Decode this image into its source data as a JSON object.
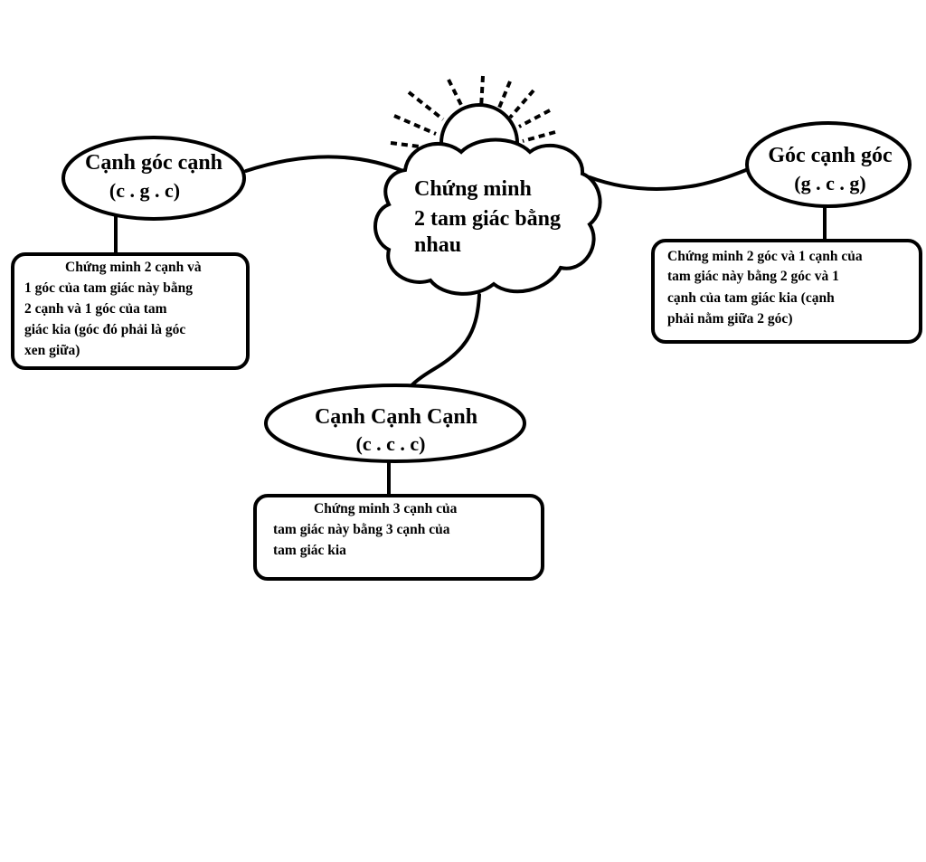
{
  "center": {
    "lines": [
      "Chứng minh",
      "2 tam giác bằng",
      "nhau"
    ]
  },
  "nodes": {
    "cgc": {
      "title": "Cạnh góc cạnh",
      "subtitle": "(c . g . c)",
      "description": [
        "Chứng minh 2 cạnh và",
        "1 góc của tam giác này bằng",
        "2 cạnh và 1 góc của tam",
        "giác kia (góc đó phải là góc",
        "xen giữa)"
      ]
    },
    "gcg": {
      "title": "Góc cạnh góc",
      "subtitle": "(g . c . g)",
      "description": [
        "Chứng minh 2 góc và 1 cạnh của",
        "tam giác này bằng 2 góc và 1",
        "cạnh của tam giác kia (cạnh",
        "phải nằm giữa 2 góc)"
      ]
    },
    "ccc": {
      "title": "Cạnh Cạnh Cạnh",
      "subtitle": "(c . c . c)",
      "description": [
        "Chứng minh 3 cạnh của",
        "tam giác này bằng 3 cạnh của",
        "tam giác kia"
      ]
    }
  },
  "decoration": {
    "sun_icon": "sun-icon",
    "cloud_icon": "cloud-icon"
  }
}
